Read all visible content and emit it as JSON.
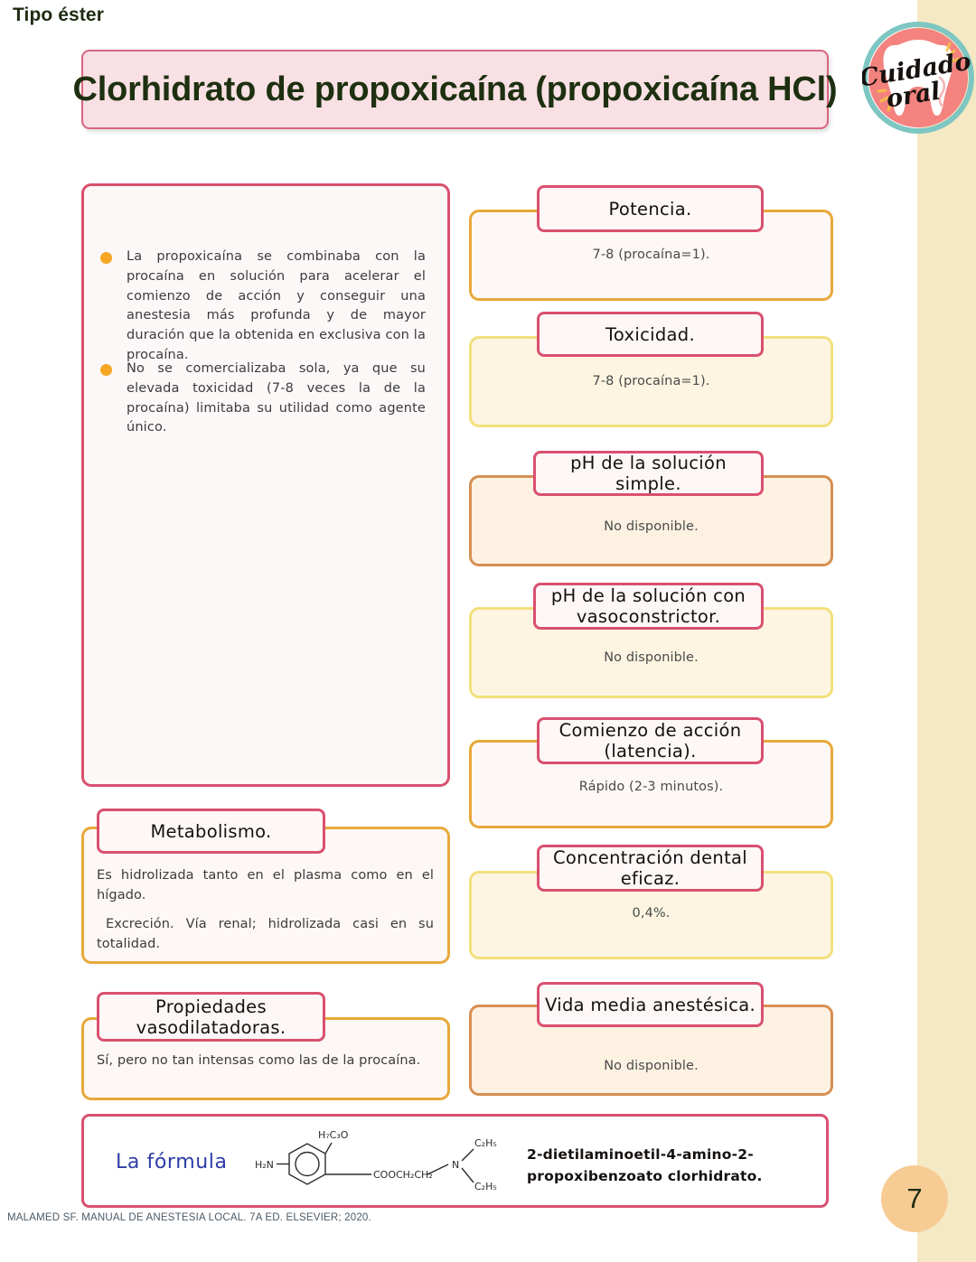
{
  "kicker": "Tipo éster",
  "title": "Clorhidrato de propoxicaína (propoxicaína HCl)",
  "logo": {
    "line1": "Cuidado",
    "line2": "oral",
    "ring_color": "#7ec6c2",
    "fill_color": "#f4827f",
    "tooth_color": "#ffffff"
  },
  "colors": {
    "pink_border": "#d9506f",
    "pink_banner_bg": "#f9e0e4",
    "orange_border": "#e8a83a",
    "yellow_border": "#f3e07c",
    "brown_border": "#d68f52",
    "bullet_dot": "#f5a623",
    "strip": "#f5e8c4",
    "page_badge": "#f7cb94",
    "title_text": "#1d3010",
    "formula_label": "#2e3da8"
  },
  "notes": [
    "La propoxicaína se combinaba con la procaína en solución para acelerar el comienzo de acción y conseguir una anestesia más profunda y de mayor duración que la obtenida en exclusiva con la procaína.",
    "No se comercializaba sola, ya que su elevada toxicidad (7-8 veces la de la procaína) limitaba su utilidad como agente único."
  ],
  "right_cards": [
    {
      "title": "Potencia.",
      "value": "7-8 (procaína=1)."
    },
    {
      "title": "Toxicidad.",
      "value": "7-8 (procaína=1)."
    },
    {
      "title": "pH de la solución simple.",
      "value": "No disponible."
    },
    {
      "title": "pH de la solución con vasoconstrictor.",
      "value": "No disponible."
    },
    {
      "title": "Comienzo de acción (latencia).",
      "value": "Rápido (2-3 minutos)."
    },
    {
      "title": "Concentración dental eficaz.",
      "value": "0,4%."
    },
    {
      "title": "Vida media anestésica.",
      "value": "No disponible."
    }
  ],
  "left_cards": [
    {
      "title": "Metabolismo.",
      "para1": "Es hidrolizada tanto en el plasma como en el hígado.",
      "para2": "Excreción. Vía renal; hidrolizada casi en su totalidad."
    },
    {
      "title": "Propiedades vasodilatadoras.",
      "para1": "Sí, pero no tan intensas como las de la procaína."
    }
  ],
  "formula": {
    "label": "La fórmula",
    "chemical_name": "2-dietilaminoetil-4-amino-2-propoxibenzoato clorhidrato.",
    "atoms": {
      "propoxy": "H₇C₃O",
      "amino": "H₂N",
      "ester": "COOCH₂CH₂",
      "nitrogen": "N",
      "ethyl_top": "C₂H₅",
      "ethyl_bottom": "C₂H₅"
    }
  },
  "footer": {
    "citation": "MALAMED SF. MANUAL DE ANESTESIA LOCAL. 7A ED. ELSEVIER; 2020.",
    "page_number": "7"
  }
}
